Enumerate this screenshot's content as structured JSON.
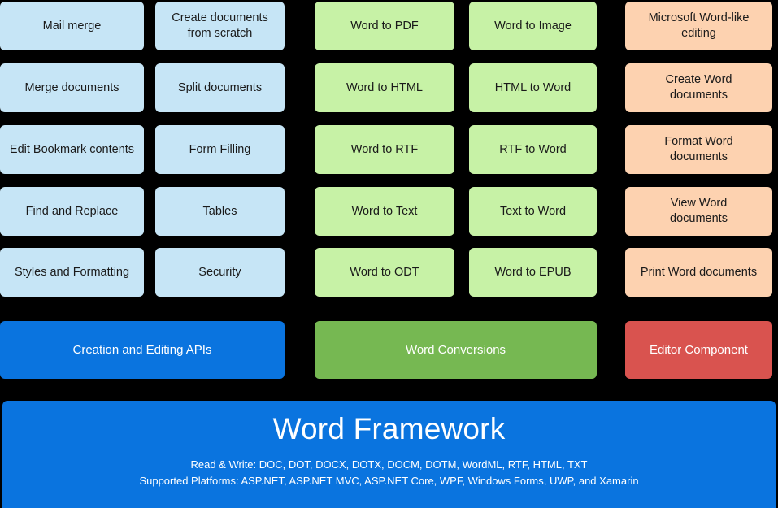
{
  "diagram": {
    "background_color": "#000000",
    "columns": [
      {
        "name": "creation-editing-left",
        "color": "#c6e5f6",
        "cards": [
          "Mail merge",
          "Merge documents",
          "Edit Bookmark contents",
          "Find and Replace",
          "Styles and Formatting"
        ]
      },
      {
        "name": "creation-editing-right",
        "color": "#c6e5f6",
        "cards": [
          "Create documents\nfrom scratch",
          "Split documents",
          "Form Filling",
          "Tables",
          "Security"
        ]
      },
      {
        "name": "conversions-left",
        "color": "#c7f2a6",
        "cards": [
          "Word to PDF",
          "Word to HTML",
          "Word to RTF",
          "Word to Text",
          "Word to ODT"
        ]
      },
      {
        "name": "conversions-right",
        "color": "#c7f2a6",
        "cards": [
          "Word to Image",
          "HTML to Word",
          "RTF to Word",
          "Text to Word",
          "Word to EPUB"
        ]
      },
      {
        "name": "editor-component",
        "color": "#fdd2b0",
        "cards": [
          "Microsoft Word-like\nediting",
          "Create Word\ndocuments",
          "Format Word\ndocuments",
          "View Word\ndocuments",
          "Print Word documents"
        ]
      }
    ],
    "category_bars": [
      {
        "label": "Creation and Editing APIs",
        "color": "#0a74df"
      },
      {
        "label": "Word Conversions",
        "color": "#76b852"
      },
      {
        "label": "Editor Component",
        "color": "#d9534f"
      }
    ],
    "footer": {
      "title": "Word Framework",
      "color": "#0a74df",
      "line1": "Read & Write: DOC, DOT, DOCX, DOTX, DOCM, DOTM, WordML, RTF, HTML, TXT",
      "line2": "Supported Platforms: ASP.NET, ASP.NET MVC, ASP.NET Core, WPF, Windows Forms, UWP, and Xamarin"
    }
  }
}
